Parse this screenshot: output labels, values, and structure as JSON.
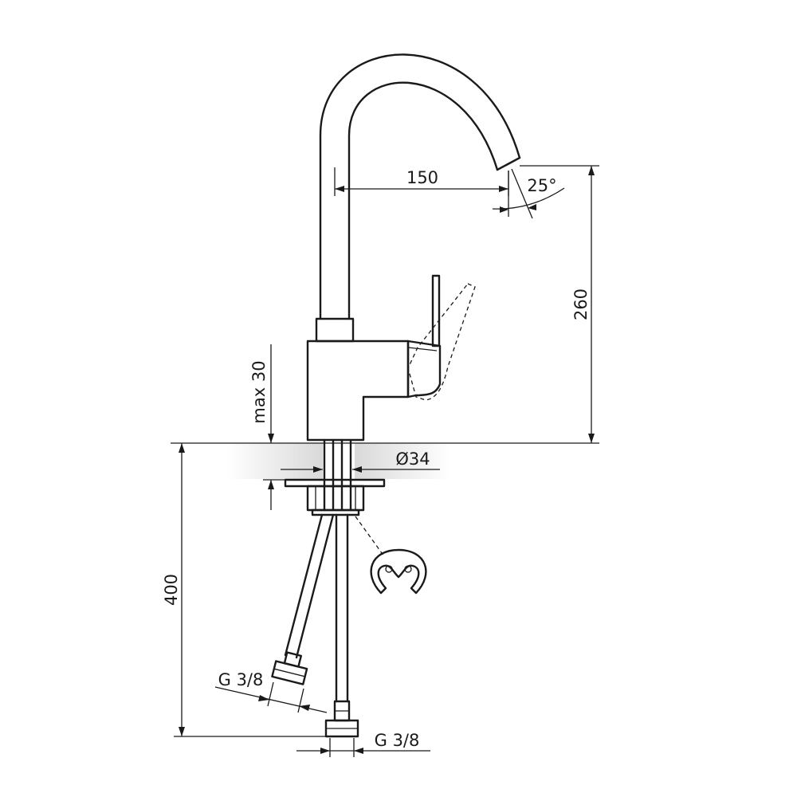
{
  "dimensions": {
    "spout_reach": "150",
    "spout_angle": "25°",
    "spout_height": "260",
    "deck_thickness": "max 30",
    "hole_diameter": "Ø34",
    "hose_length": "400",
    "hose_thread_left": "G 3/8",
    "hose_thread_right": "G 3/8"
  },
  "colors": {
    "line": "#1a1a1a",
    "countertop_shade": "#d9d9d9"
  }
}
